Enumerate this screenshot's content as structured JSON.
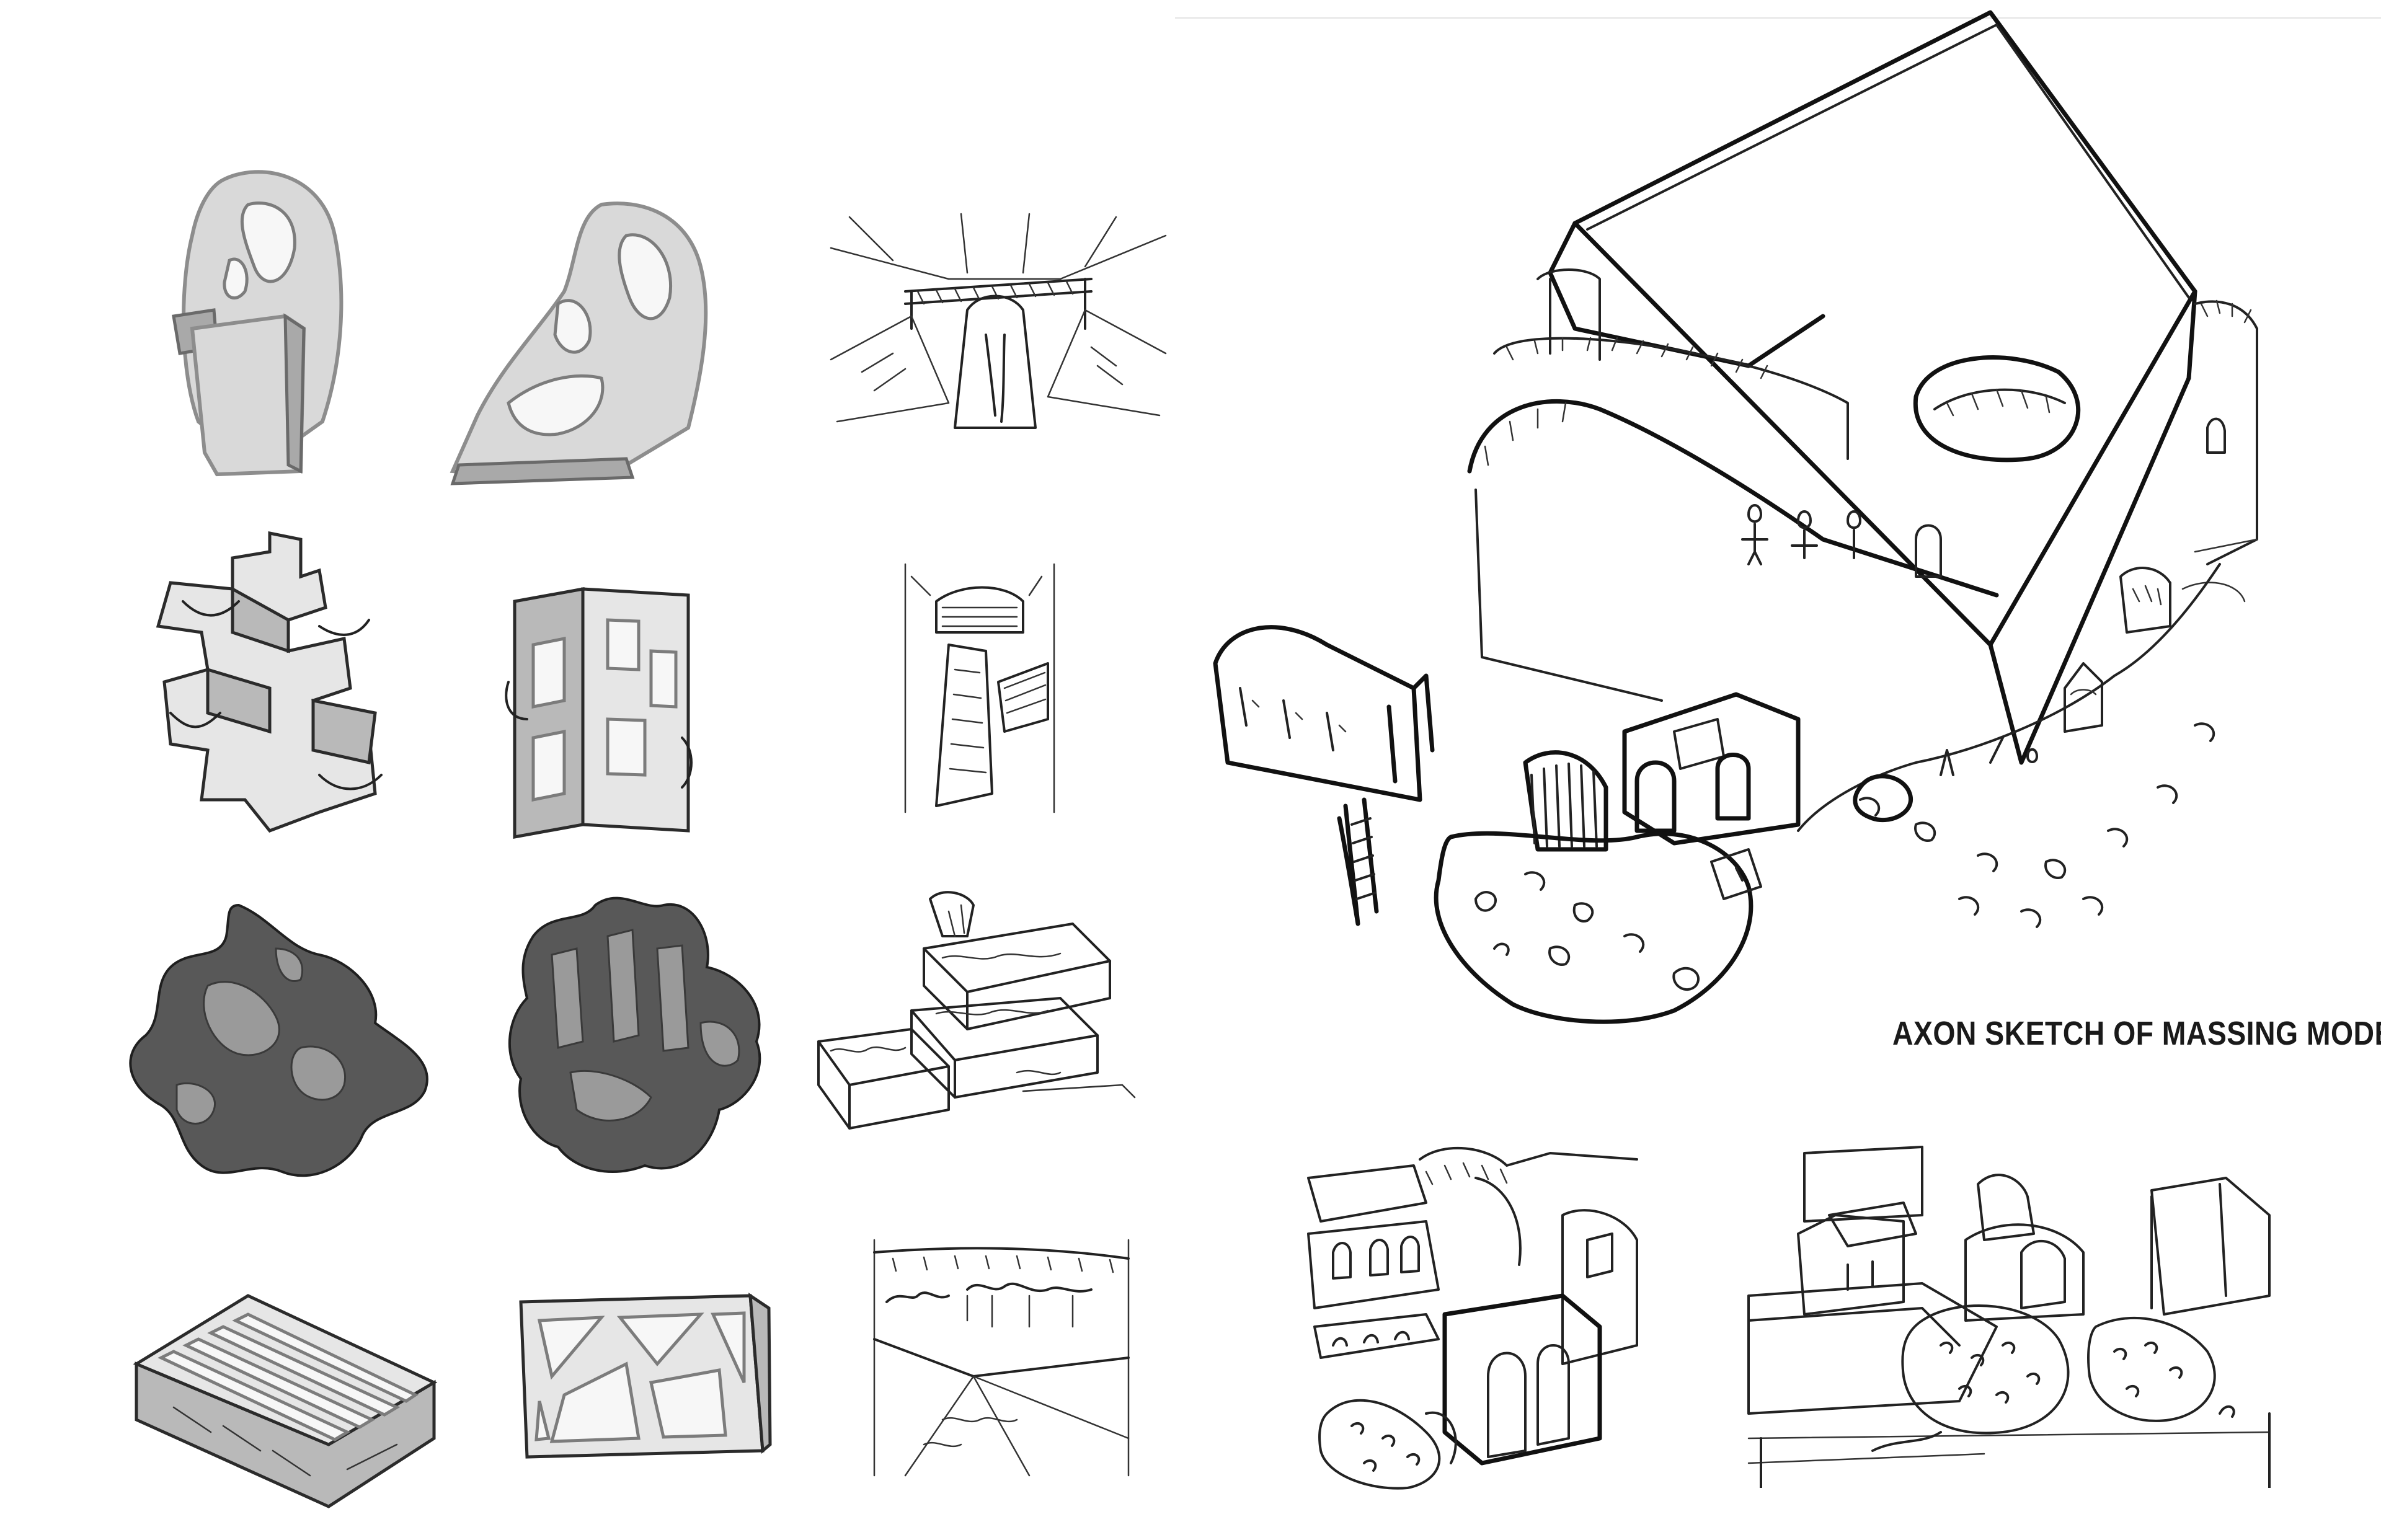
{
  "axon": {
    "caption": "AXON SKETCH OF MASSING MODEL"
  },
  "rows": [
    {
      "name": "row-clay",
      "cells": [
        "clay-model-front",
        "clay-model-angled",
        "interior-sketch-bridge"
      ]
    },
    {
      "name": "row-cardboard",
      "cells": [
        "card-model-plan",
        "card-model-box",
        "interior-sketch-corridor"
      ]
    },
    {
      "name": "row-cast",
      "cells": [
        "cast-model-top",
        "cast-model-side",
        "sketch-terraces"
      ]
    },
    {
      "name": "row-lattice",
      "cells": [
        "fin-model",
        "lattice-model",
        "sketch-courtyard-garden"
      ]
    }
  ],
  "colors": {
    "background": "#ffffff",
    "ink": "#1a1a1a",
    "model_grey": "#d9d9d9"
  }
}
